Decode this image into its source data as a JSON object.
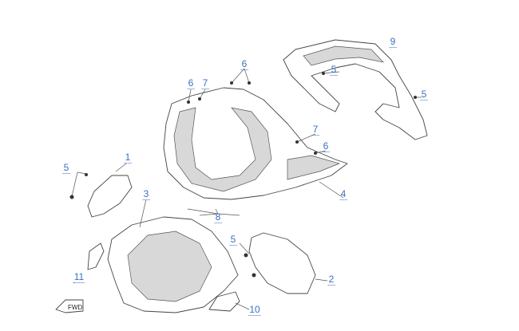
{
  "diagram": {
    "callouts": [
      {
        "id": "9",
        "text": "9"
      },
      {
        "id": "5a",
        "text": "5"
      },
      {
        "id": "5b",
        "text": "5"
      },
      {
        "id": "6a",
        "text": "6"
      },
      {
        "id": "6b",
        "text": "6"
      },
      {
        "id": "7a",
        "text": "7"
      },
      {
        "id": "7b",
        "text": "7"
      },
      {
        "id": "6c",
        "text": "6"
      },
      {
        "id": "1",
        "text": "1"
      },
      {
        "id": "5c",
        "text": "5"
      },
      {
        "id": "3",
        "text": "3"
      },
      {
        "id": "4",
        "text": "4"
      },
      {
        "id": "8",
        "text": "8"
      },
      {
        "id": "5d",
        "text": "5"
      },
      {
        "id": "2",
        "text": "2"
      },
      {
        "id": "11",
        "text": "11"
      },
      {
        "id": "10",
        "text": "10"
      }
    ],
    "fwd_sticker_text": "FWD",
    "label_color": "#3c6fc0"
  }
}
